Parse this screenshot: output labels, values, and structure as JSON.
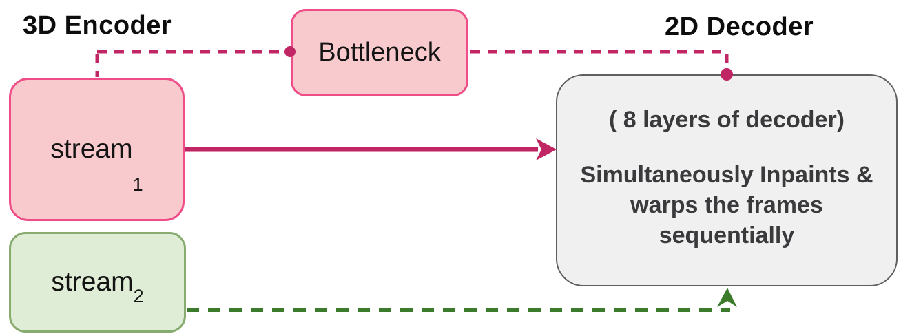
{
  "colors": {
    "pink_fill": "#f8c9cd",
    "pink_border": "#ee4d88",
    "crimson": "#c02663",
    "green_fill": "#dfecd6",
    "green_border": "#88ab70",
    "green_line": "#3b7b2b",
    "gray_fill": "#f0f0f1",
    "gray_border": "#5f5f61",
    "gray_text": "#3a3a3c",
    "title_text": "#0d0d0d"
  },
  "titles": {
    "encoder": "3D Encoder",
    "decoder": "2D Decoder"
  },
  "nodes": {
    "bottleneck": {
      "label": "Bottleneck"
    },
    "stream1": {
      "base": "stream",
      "sub": "1"
    },
    "stream2": {
      "base": "stream",
      "sub": "2"
    },
    "decoder": {
      "header": "( 8 layers of decoder)",
      "body_lines": [
        "Simultaneously Inpaints &",
        "warps the frames",
        "sequentially"
      ]
    }
  },
  "edges": [
    {
      "from": "3d-encoder",
      "to": "bottleneck",
      "style": "dashed",
      "color": "crimson"
    },
    {
      "from": "bottleneck",
      "to": "2d-decoder-box",
      "style": "dashed",
      "color": "crimson"
    },
    {
      "from": "stream1",
      "to": "2d-decoder-box",
      "style": "solid-arrow",
      "color": "crimson"
    },
    {
      "from": "stream2",
      "to": "2d-decoder-box",
      "style": "dashed-arrow",
      "color": "green"
    }
  ]
}
